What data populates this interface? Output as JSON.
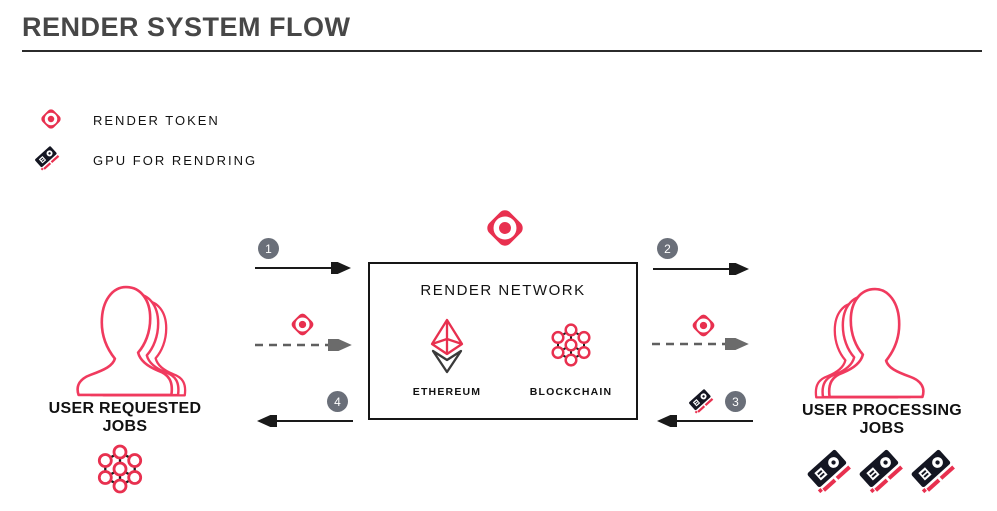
{
  "title": "RENDER SYSTEM FLOW",
  "legend": {
    "items": [
      {
        "icon": "render-token-icon",
        "label": "RENDER TOKEN"
      },
      {
        "icon": "gpu-icon",
        "label": "GPU FOR RENDRING"
      }
    ]
  },
  "network_box": {
    "title": "RENDER NETWORK",
    "nodes": [
      {
        "icon": "ethereum-icon",
        "label": "ETHEREUM"
      },
      {
        "icon": "blockchain-icon",
        "label": "BLOCKCHAIN"
      }
    ]
  },
  "left_actor": {
    "label": "USER REQUESTED JOBS",
    "icon": "users-group-icon",
    "sub_icon": "blockchain-molecule-icon"
  },
  "right_actor": {
    "label": "USER PROCESSING JOBS",
    "icon": "users-group-icon",
    "sub_icons": [
      "gpu-icon",
      "gpu-icon",
      "gpu-icon"
    ]
  },
  "flows": {
    "badges": [
      "1",
      "2",
      "3",
      "4"
    ],
    "steps": [
      {
        "step": "1",
        "side": "left",
        "style": "solid",
        "direction": "right"
      },
      {
        "step": "2",
        "side": "right",
        "style": "solid",
        "direction": "right"
      },
      {
        "step": "3",
        "side": "right",
        "style": "solid",
        "direction": "left",
        "icon": "gpu-icon"
      },
      {
        "step": "4",
        "side": "left",
        "style": "solid",
        "direction": "left"
      },
      {
        "side": "left",
        "style": "dashed",
        "direction": "right",
        "icon": "render-token-icon"
      },
      {
        "side": "right",
        "style": "dashed",
        "direction": "right",
        "icon": "render-token-icon"
      }
    ]
  },
  "colors": {
    "accent": "#e8304f",
    "people_stroke": "#f03a5e",
    "dark": "#1a1a1a",
    "badge_gray": "#6a6f79",
    "title_gray": "#474747"
  }
}
